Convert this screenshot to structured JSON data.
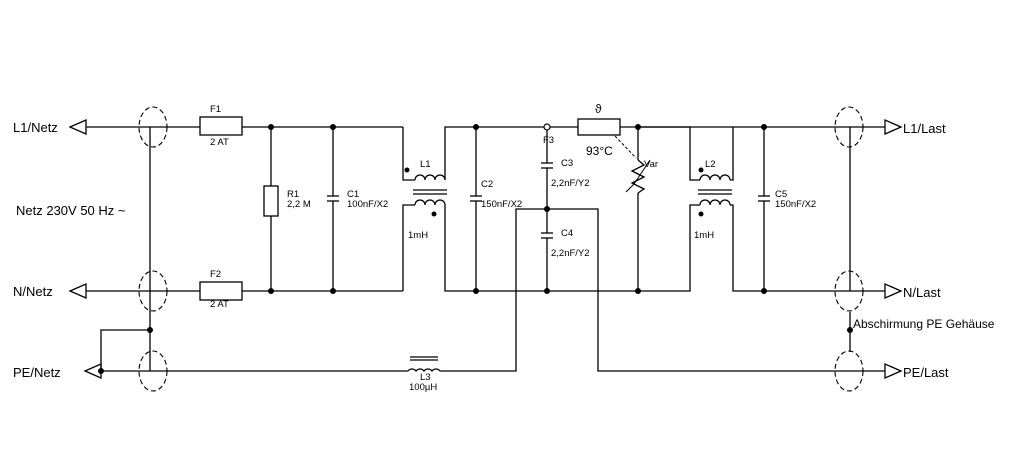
{
  "terminals": {
    "l1_netz": "L1/Netz",
    "n_netz": "N/Netz",
    "pe_netz": "PE/Netz",
    "l1_last": "L1/Last",
    "n_last": "N/Last",
    "pe_last": "PE/Last"
  },
  "supply_label": "Netz 230V 50 Hz ~",
  "shield_label": "Abschirmung PE Gehäuse",
  "components": {
    "f1": {
      "name": "F1",
      "value": "2 AT"
    },
    "f2": {
      "name": "F2",
      "value": "2 AT"
    },
    "r1": {
      "name": "R1",
      "value": "2,2 M"
    },
    "c1": {
      "name": "C1",
      "value": "100nF/X2"
    },
    "l1": {
      "name": "L1",
      "value": "1mH"
    },
    "c2": {
      "name": "C2",
      "value": "150nF/X2"
    },
    "f3": {
      "name": "F3"
    },
    "c3": {
      "name": "C3",
      "value": "2,2nF/Y2"
    },
    "c4": {
      "name": "C4",
      "value": "2,2nF/Y2"
    },
    "thermal": {
      "symbol": "ϑ",
      "value": "93°C"
    },
    "var": {
      "name": "Var"
    },
    "l2": {
      "name": "L2",
      "value": "1mH"
    },
    "c5": {
      "name": "C5",
      "value": "150nF/X2"
    },
    "l3": {
      "name": "L3",
      "value": "100µH"
    }
  }
}
